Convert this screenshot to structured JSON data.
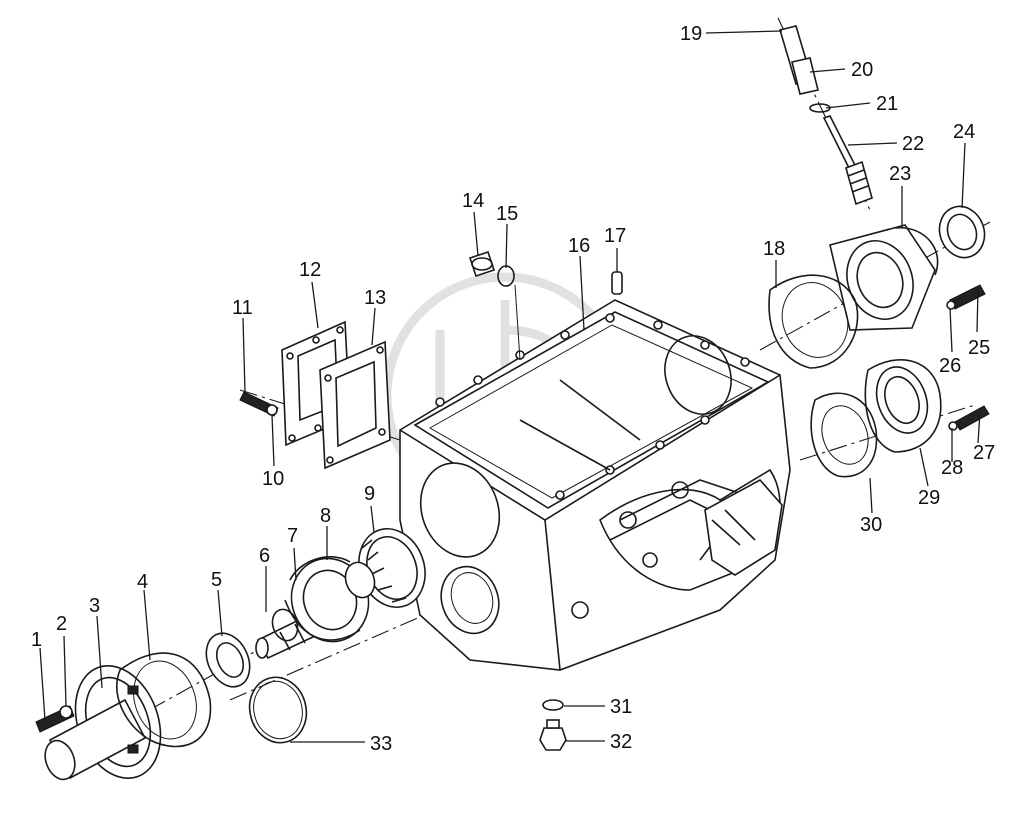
{
  "diagram": {
    "type": "exploded-parts-view",
    "line_color": "#1a1a1a",
    "background": "#ffffff",
    "watermark_color": "#c9c9c9",
    "callouts": [
      "1",
      "2",
      "3",
      "4",
      "5",
      "6",
      "7",
      "8",
      "9",
      "10",
      "11",
      "12",
      "13",
      "14",
      "15",
      "16",
      "17",
      "18",
      "19",
      "20",
      "21",
      "22",
      "23",
      "24",
      "25",
      "26",
      "27",
      "28",
      "29",
      "30",
      "31",
      "32",
      "33"
    ]
  }
}
